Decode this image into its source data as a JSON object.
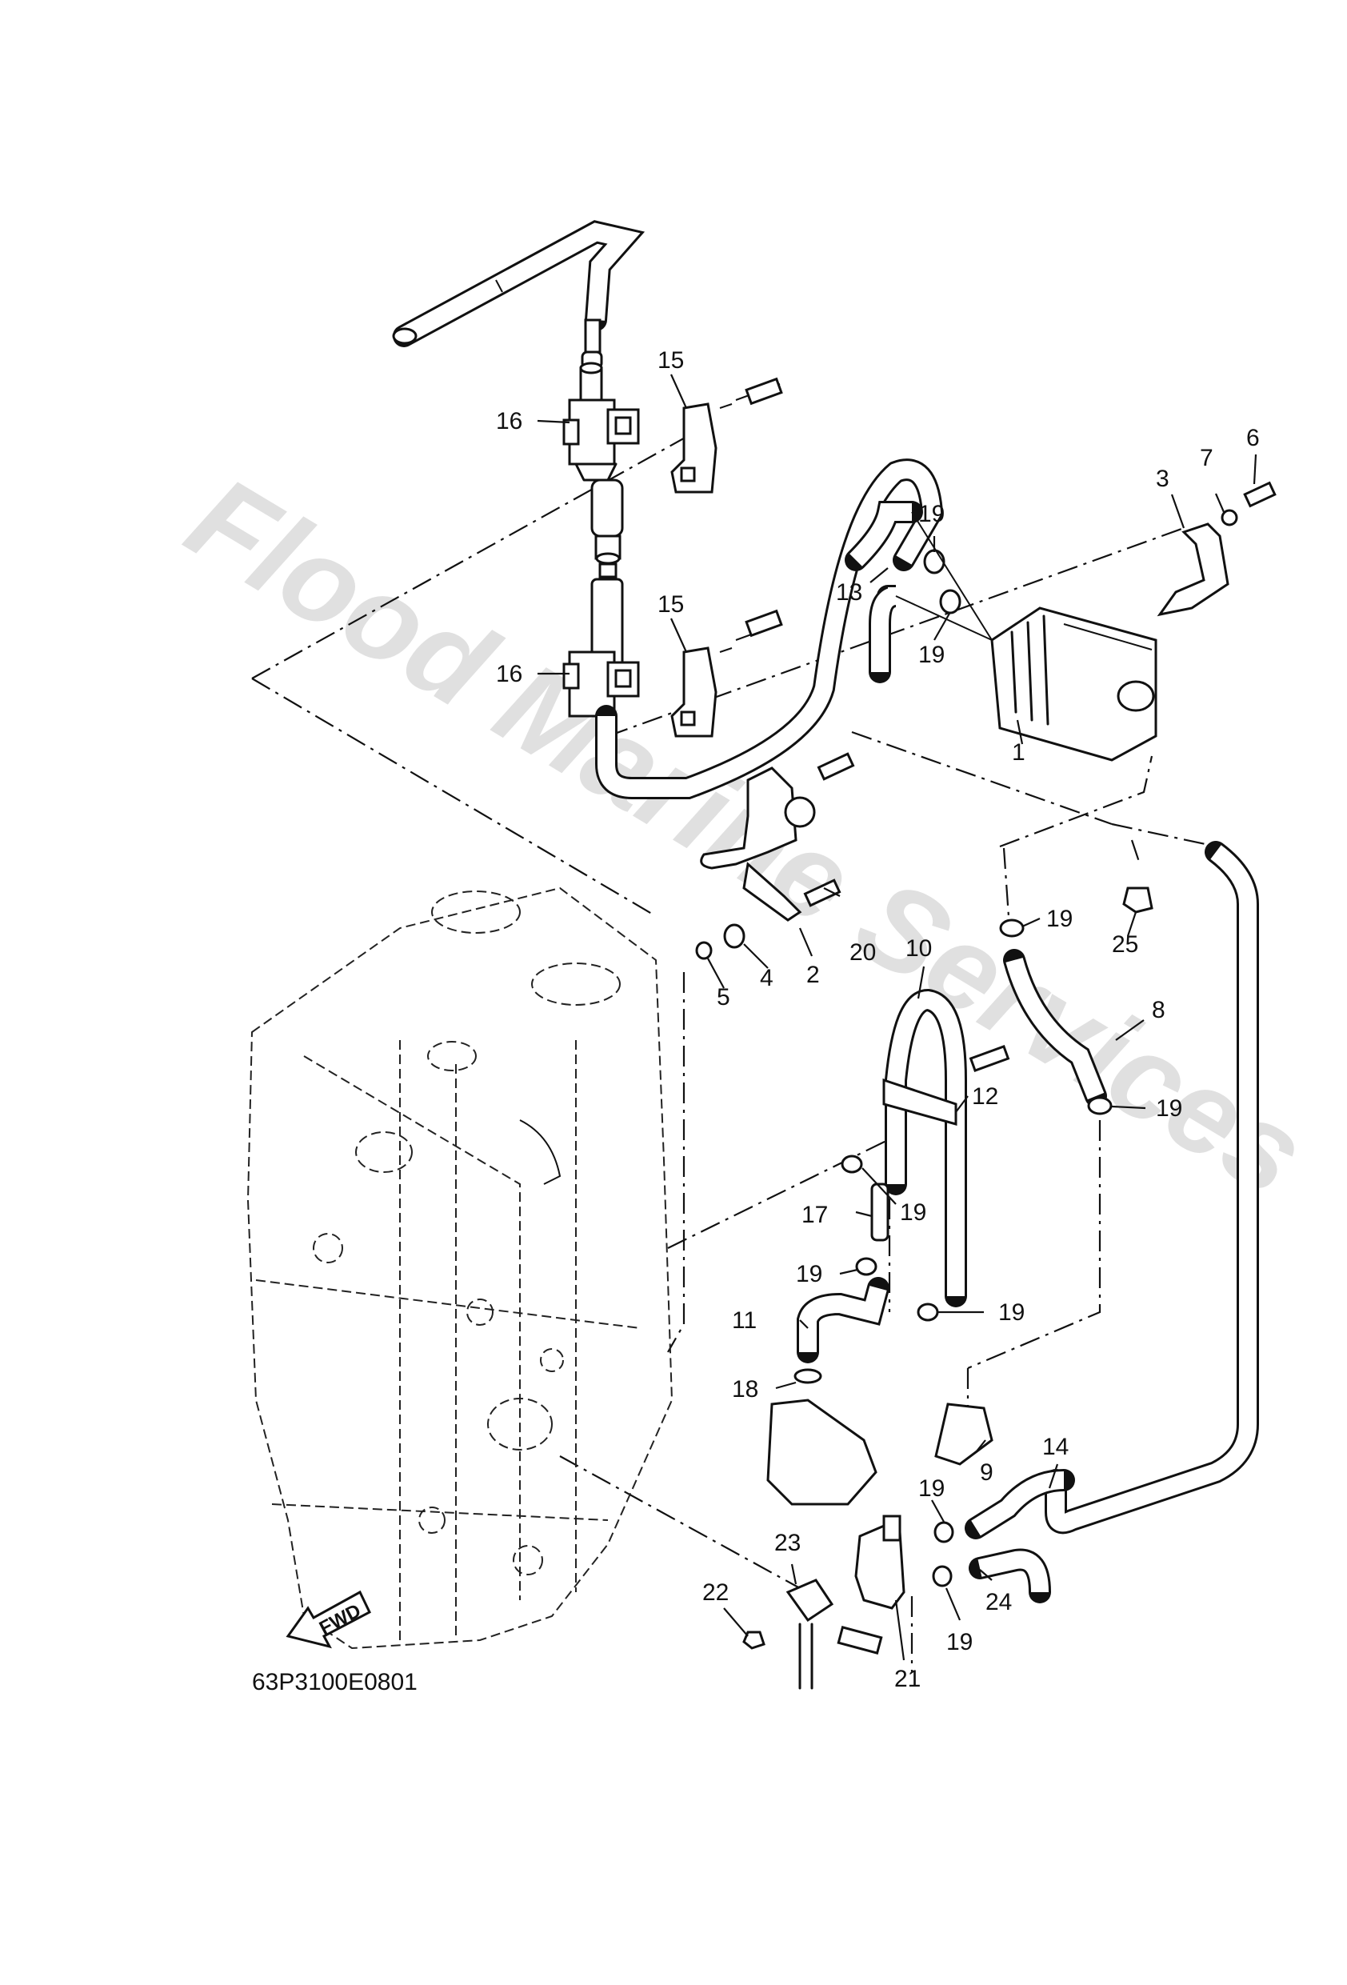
{
  "diagram_code": "63P3100E0801",
  "watermark": "Flood Marine Services",
  "fwd_label": "FWD",
  "callouts": [
    {
      "id": "c1",
      "text": "1"
    },
    {
      "id": "c2",
      "text": "2"
    },
    {
      "id": "c3",
      "text": "3"
    },
    {
      "id": "c4",
      "text": "4"
    },
    {
      "id": "c5",
      "text": "5"
    },
    {
      "id": "c6",
      "text": "6"
    },
    {
      "id": "c7",
      "text": "7"
    },
    {
      "id": "c8",
      "text": "8"
    },
    {
      "id": "c9",
      "text": "9"
    },
    {
      "id": "c10",
      "text": "10"
    },
    {
      "id": "c11",
      "text": "11"
    },
    {
      "id": "c12",
      "text": "12"
    },
    {
      "id": "c13",
      "text": "13"
    },
    {
      "id": "c14",
      "text": "14"
    },
    {
      "id": "c15a",
      "text": "15"
    },
    {
      "id": "c15b",
      "text": "15"
    },
    {
      "id": "c16a",
      "text": "16"
    },
    {
      "id": "c16b",
      "text": "16"
    },
    {
      "id": "c17",
      "text": "17"
    },
    {
      "id": "c18",
      "text": "18"
    },
    {
      "id": "c19a",
      "text": "19"
    },
    {
      "id": "c19b",
      "text": "19"
    },
    {
      "id": "c19c",
      "text": "19"
    },
    {
      "id": "c19d",
      "text": "19"
    },
    {
      "id": "c19e",
      "text": "19"
    },
    {
      "id": "c19f",
      "text": "19"
    },
    {
      "id": "c19g",
      "text": "19"
    },
    {
      "id": "c19h",
      "text": "19"
    },
    {
      "id": "c19i",
      "text": "19"
    },
    {
      "id": "c19j",
      "text": "19"
    },
    {
      "id": "c20",
      "text": "20"
    },
    {
      "id": "c21",
      "text": "21"
    },
    {
      "id": "c22",
      "text": "22"
    },
    {
      "id": "c23",
      "text": "23"
    },
    {
      "id": "c24",
      "text": "24"
    },
    {
      "id": "c25",
      "text": "25"
    }
  ]
}
